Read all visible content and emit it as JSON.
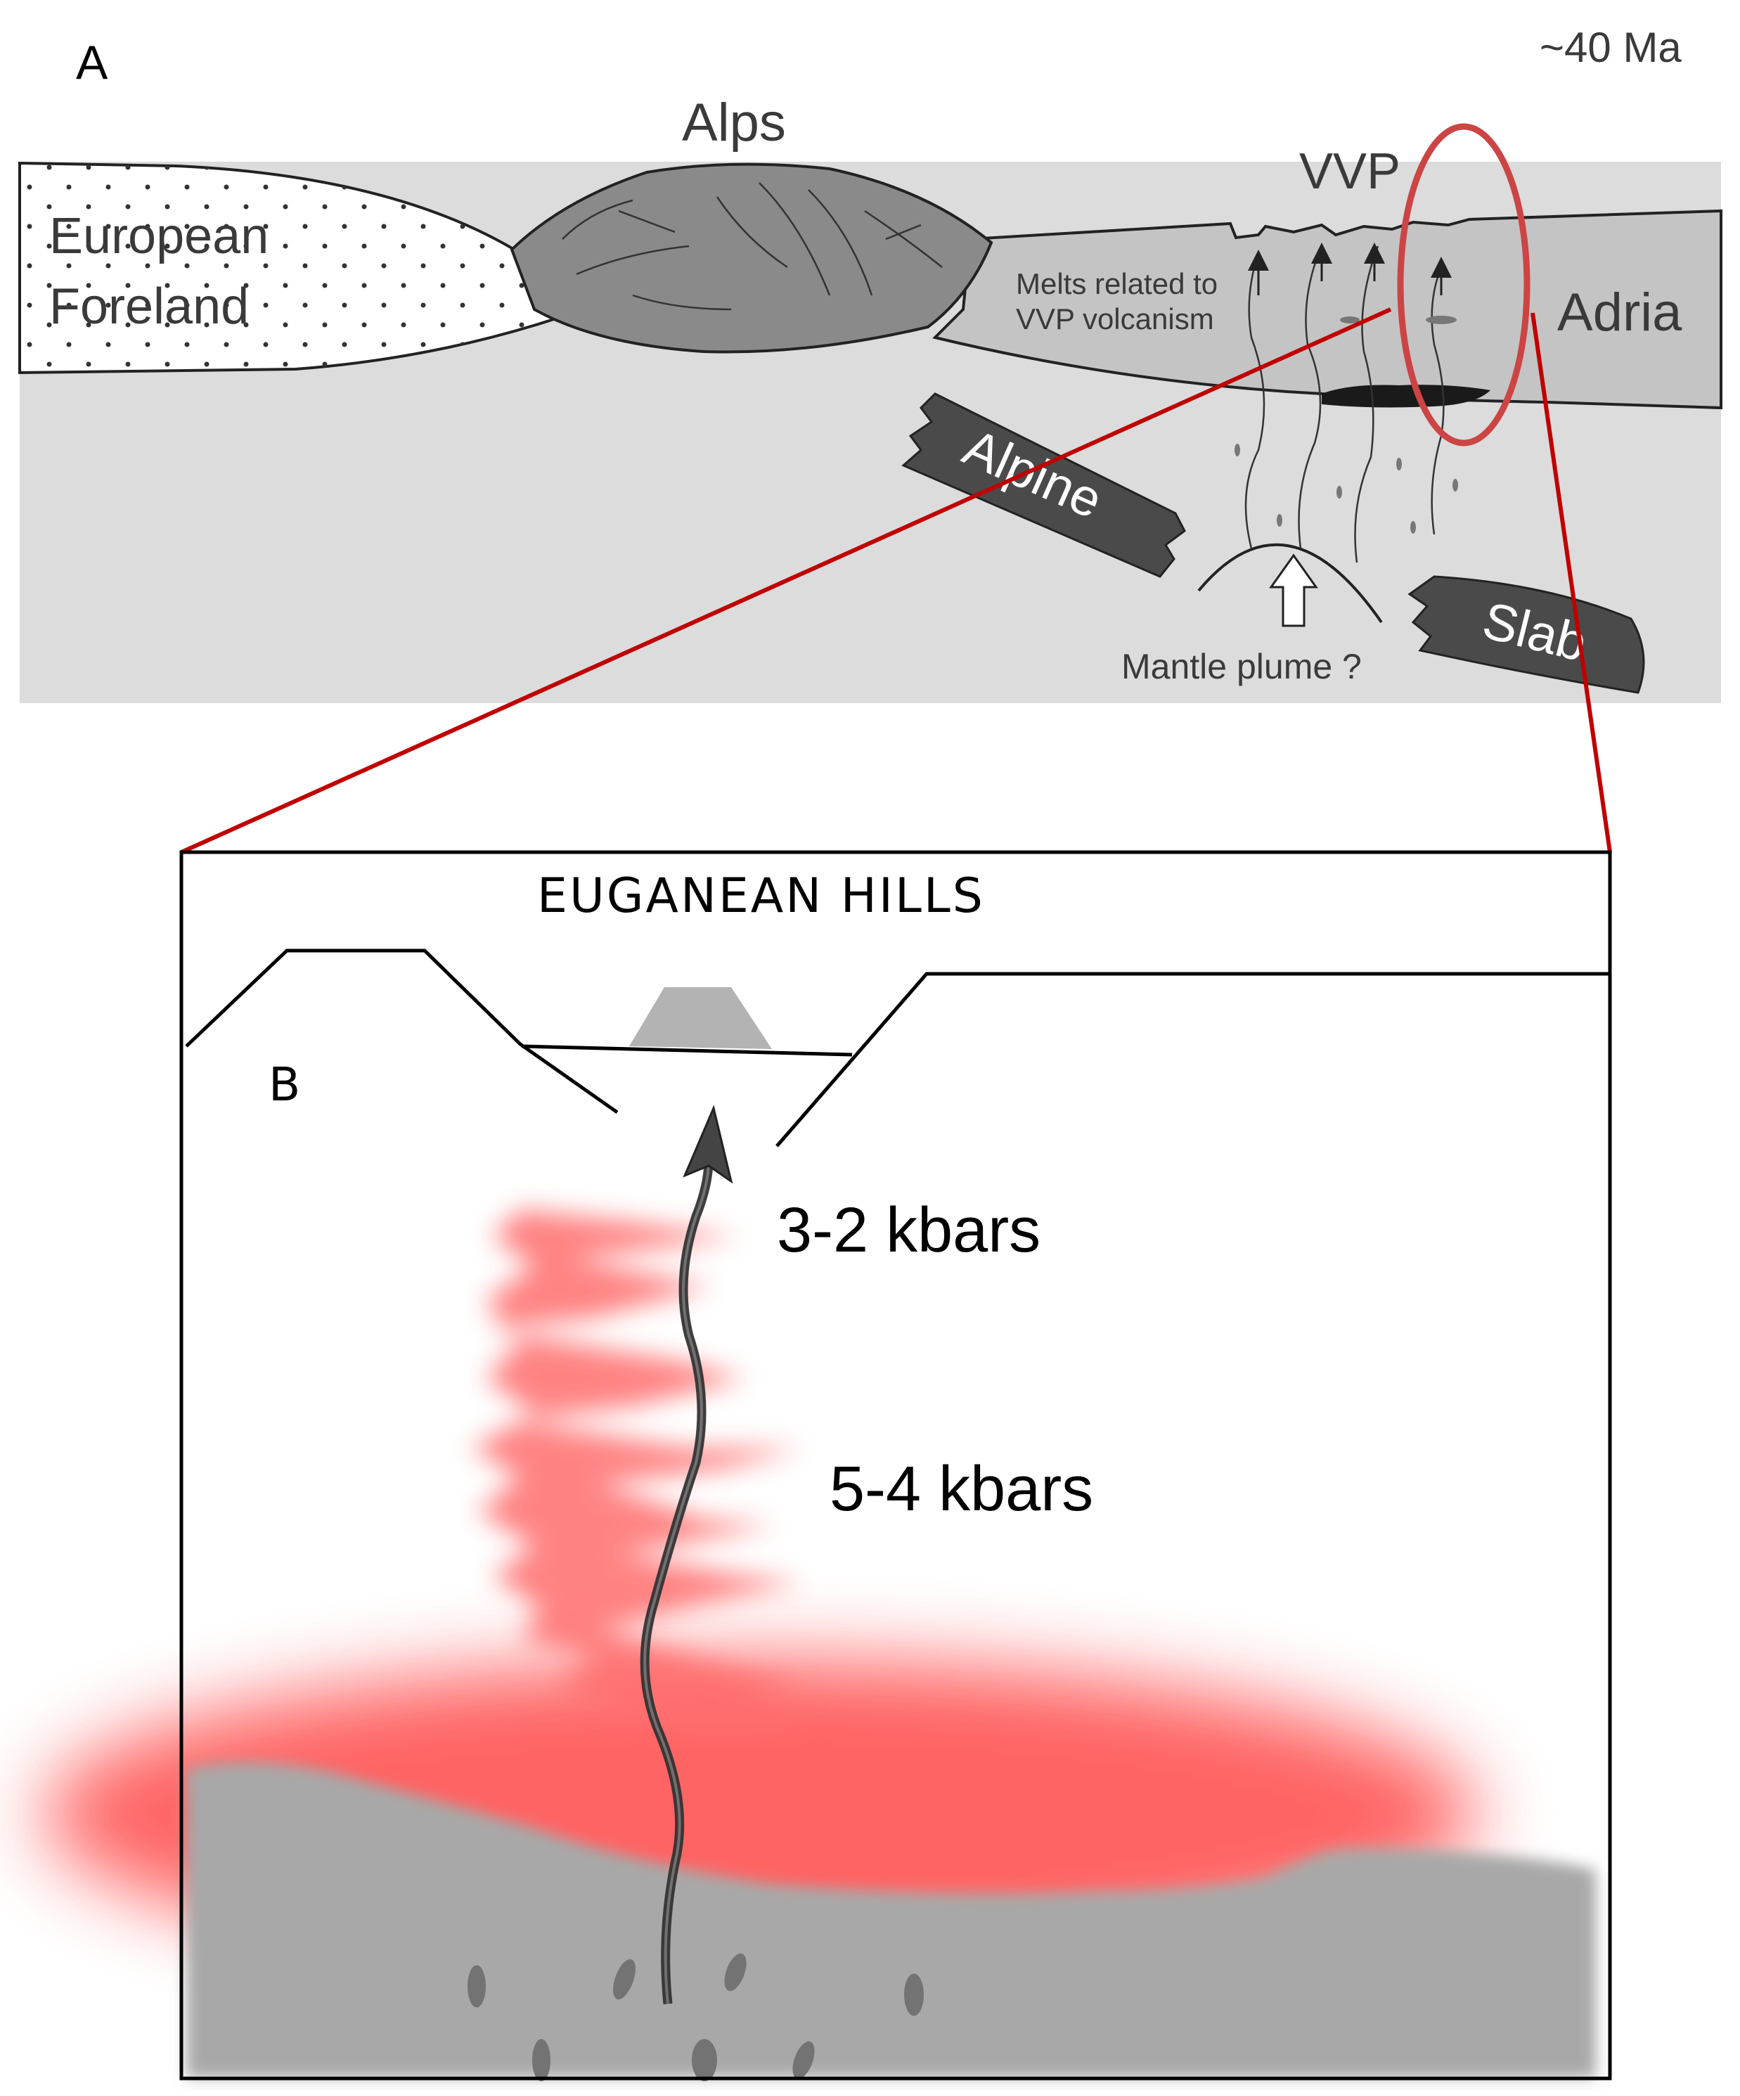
{
  "panel_a": {
    "letter": "A",
    "age": "~40 Ma",
    "alps": "Alps",
    "vvp": "VVP",
    "european_foreland_line1": "European",
    "european_foreland_line2": "Foreland",
    "adria": "Adria",
    "melts_line1": "Melts related to",
    "melts_line2": "VVP volcanism",
    "alpine": "Alpine",
    "slab": "Slab",
    "mantle_plume": "Mantle plume ?"
  },
  "panel_b": {
    "letter": "B",
    "title": "EUGANEAN HILLS",
    "pressure_upper": "3-2 kbars",
    "pressure_lower": "5-4 kbars"
  },
  "colors": {
    "mantle": "#dcdcdc",
    "crust": "#c4c4c4",
    "alps": "#8a8a8a",
    "slab": "#4a4a4a",
    "highlight": "#cc4444",
    "connector": "#c00000",
    "magma": "#ff5c5c",
    "basement": "#a8a8a8"
  }
}
